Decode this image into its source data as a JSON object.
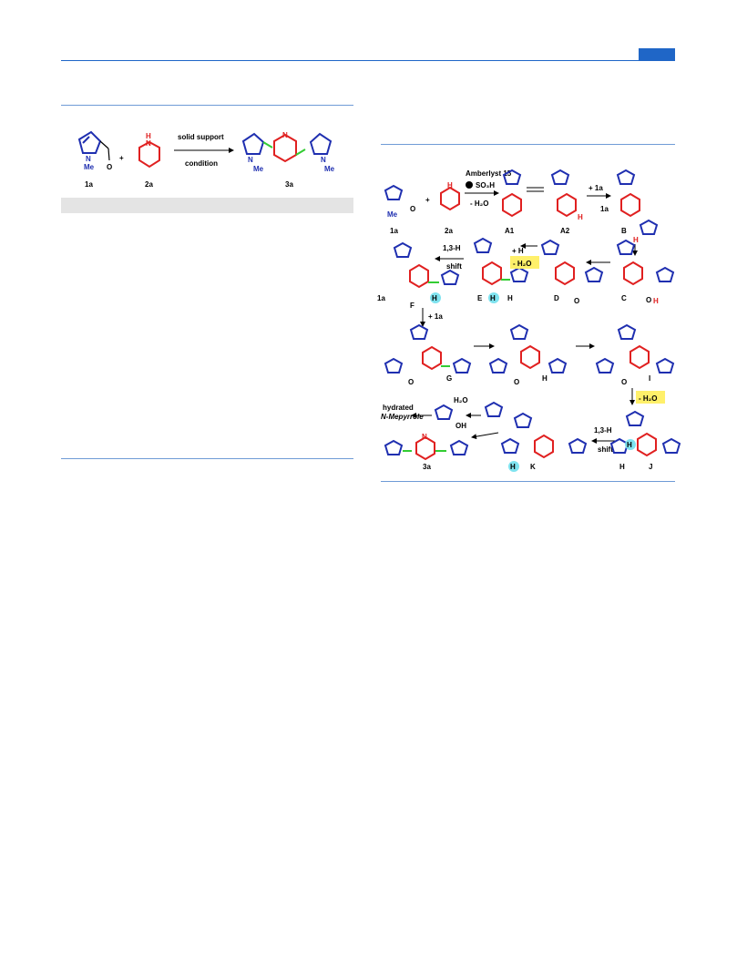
{
  "colors": {
    "accent": "#1f66c7",
    "pyrrole": "#1f2fb0",
    "piperidine": "#e02020",
    "linker": "#33cc33",
    "highlight_yellow": "#fff06a",
    "highlight_cyan": "#7fe3ef"
  },
  "scheme1": {
    "labels": {
      "pyrrole_cpd": "1a",
      "amine_cpd": "2a",
      "product_cpd": "3a"
    },
    "plus": "+",
    "arrow_top": "solid support",
    "arrow_bottom": "condition",
    "atoms": {
      "me": "Me",
      "n": "N",
      "o": "O",
      "h": "H"
    }
  },
  "scheme2": {
    "catalyst": "Amberlyst 15",
    "sulfonic": "SO₃H",
    "minus_water": "- H₂O",
    "plus_1a": "+ 1a",
    "shift_13": "1,3-H",
    "shift": "shift",
    "plus_h": "+ H",
    "water_yellow": "- H₂O",
    "water_byproduct": "H₂O",
    "hydrated": "hydrated",
    "mepyrrole": "N-Mepyrrole",
    "oh": "OH",
    "labels": {
      "l1a": "1a",
      "l2a": "2a",
      "A1": "A1",
      "A2": "A2",
      "B": "B",
      "C": "C",
      "D": "D",
      "E": "E",
      "F": "F",
      "G": "G",
      "H": "H",
      "I": "I",
      "J": "J",
      "K": "K",
      "l3a": "3a",
      "side_1a": "1a",
      "side_1a_b": "1a"
    },
    "atoms": {
      "me": "Me",
      "n": "N",
      "o": "O",
      "h": "H"
    }
  }
}
